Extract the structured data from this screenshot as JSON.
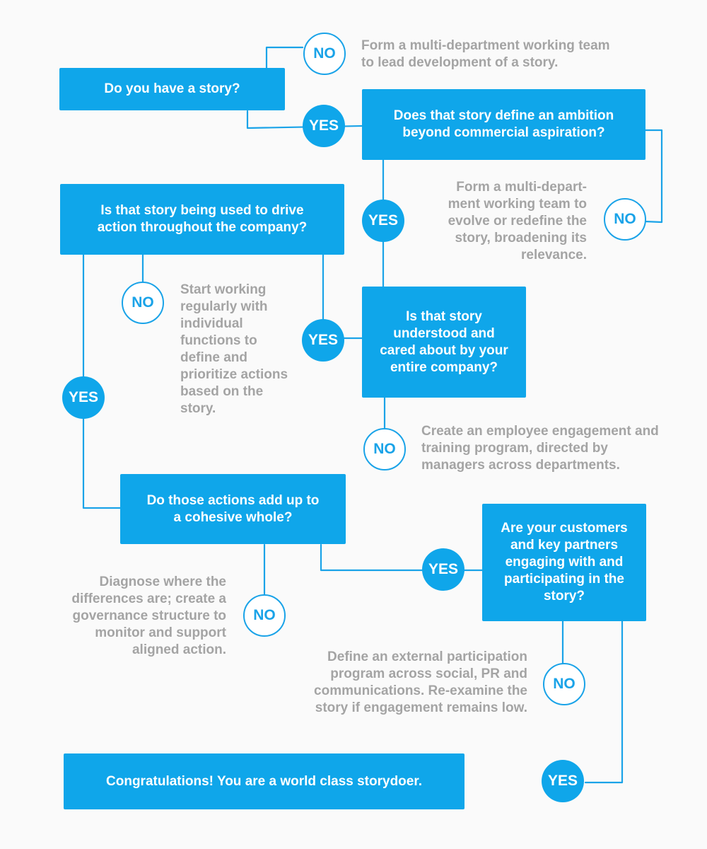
{
  "questions": {
    "q1": "Do you have a story?",
    "q2": "Does that story define an ambition beyond commercial aspiration?",
    "q3": "Is that story being used to drive action throughout the company?",
    "q4": "Is that story understood and cared about by your entire company?",
    "q5": "Do those actions add up to a cohesive whole?",
    "q6": "Are your customers and key partners engaging with and participating in the story?",
    "final": "Congratulations! You are a world class storydoer."
  },
  "labels": {
    "yes": "YES",
    "no": "NO"
  },
  "actions": {
    "a1": "Form a multi-department working team to lead development of a story.",
    "a2": "Form a multi-depart-ment working team to evolve or redefine the story, broadening its relevance.",
    "a3": "Start working regularly with individual functions to define and prioritize actions based on the story.",
    "a4": "Create an employee engagement and training program, directed by managers across departments.",
    "a5": "Diagnose where the differences are; create a governance structure to monitor and support aligned action.",
    "a6": "Define an external participation program across social, PR and communications. Re-examine the story if engagement remains low."
  },
  "colors": {
    "box": "#0fa6ea",
    "line": "#1aa3e8",
    "note": "#a4a4a4",
    "background": "#fafafa"
  }
}
